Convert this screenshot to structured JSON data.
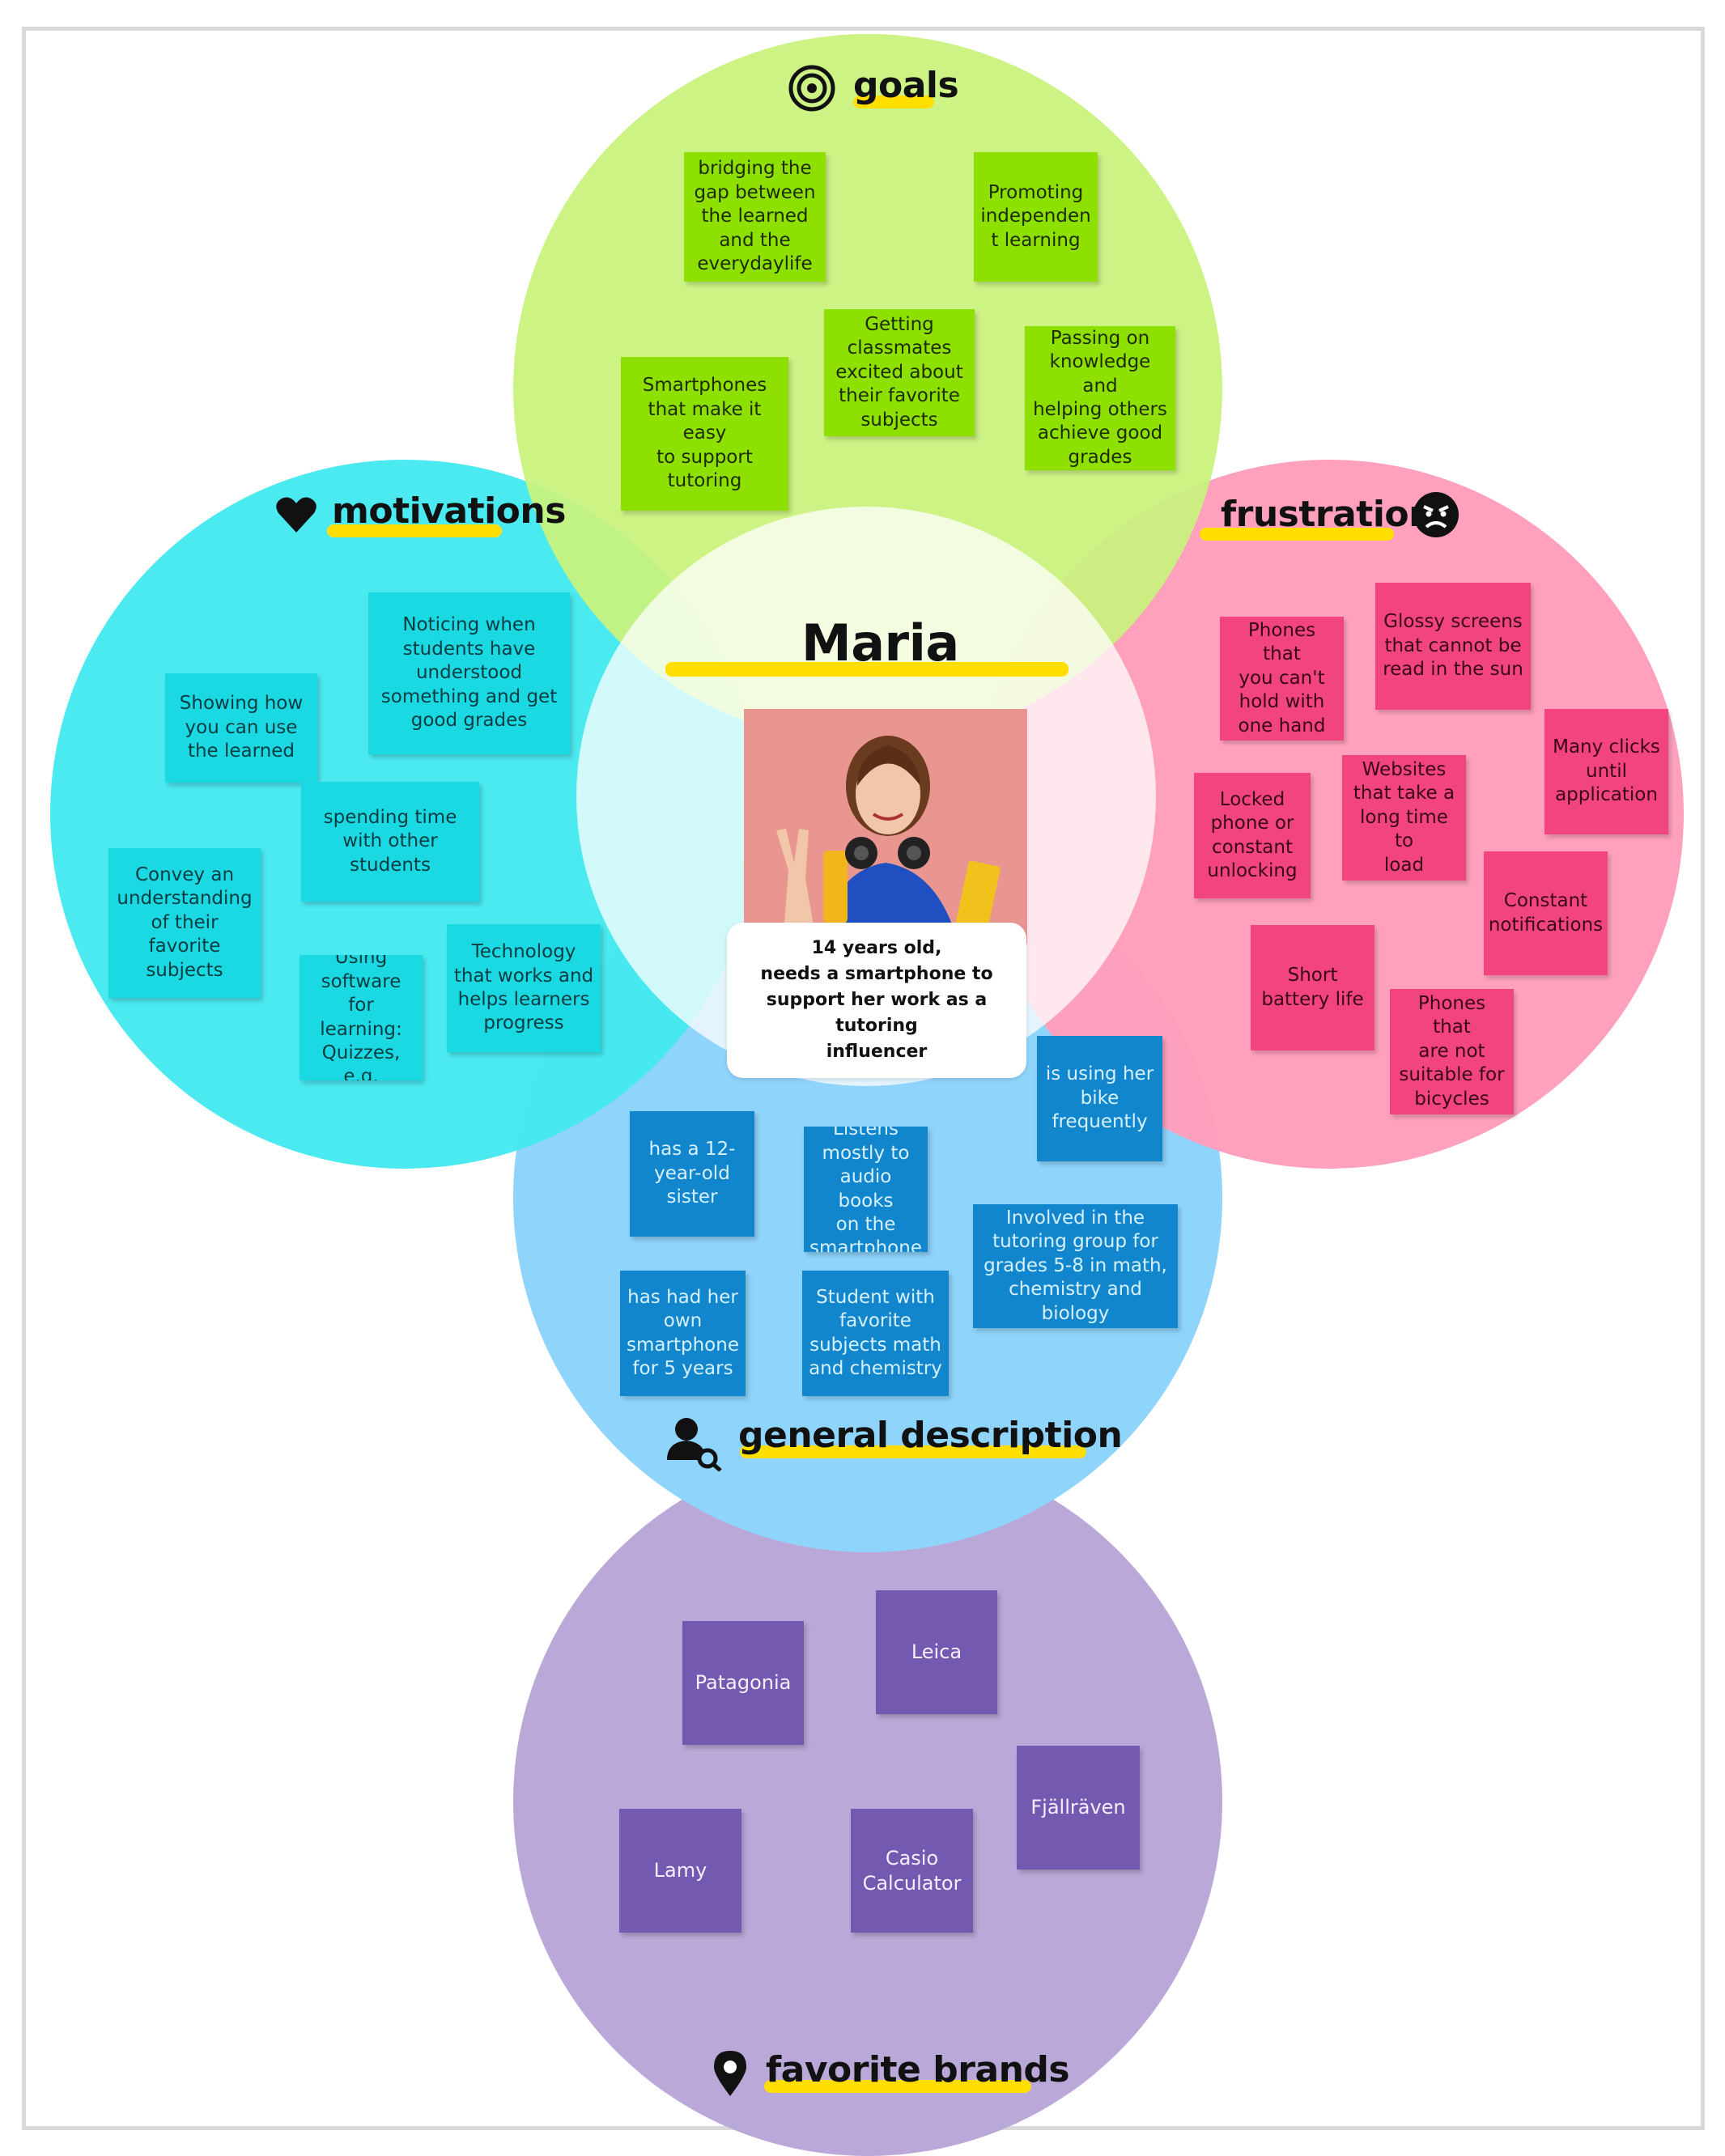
{
  "persona": {
    "name": "Maria",
    "caption": "14 years old,\nneeds a smartphone to\nsupport her work as a tutoring\ninfluencer",
    "photo_icon": "person-photo"
  },
  "sections": {
    "goals": {
      "heading": "goals",
      "icon": "target-icon",
      "color": "#c9f27c"
    },
    "motivations": {
      "heading": "motivations",
      "icon": "heart-icon",
      "color": "#45e8f0"
    },
    "frustrations": {
      "heading": "frustrations",
      "icon": "angry-face-icon",
      "color": "#ff9ebb"
    },
    "general": {
      "heading": "general description",
      "icon": "person-search-icon",
      "color": "#8fd4fb"
    },
    "brands": {
      "heading": "favorite brands",
      "icon": "map-pin-icon",
      "color": "#b9a8d8"
    }
  },
  "goals": [
    "bridging the\ngap between\nthe learned\nand the\neverydaylife",
    "Promoting\nindependen\nt learning",
    "Getting\nclassmates\nexcited about\ntheir favorite\nsubjects",
    "Smartphones\nthat make it easy\nto support\ntutoring",
    "Passing on\nknowledge and\nhelping others\nachieve good\ngrades"
  ],
  "motivations": [
    "Noticing when\nstudents have\nunderstood\nsomething and get\ngood grades",
    "Showing how\nyou can use\nthe learned",
    "spending time\nwith other\nstudents",
    "Convey an\nunderstanding\nof their favorite\nsubjects",
    "Using\nsoftware for\nlearning:\nQuizzes, e.g.",
    "Technology\nthat works and\nhelps learners\nprogress"
  ],
  "frustrations": [
    "Phones that\nyou can't\nhold with\none hand",
    "Glossy screens\nthat cannot be\nread in the sun",
    "Many clicks\nuntil\napplication",
    "Locked\nphone or\nconstant\nunlocking",
    "Websites\nthat take a\nlong time to\nload",
    "Constant\nnotifications",
    "Short\nbattery life",
    "Phones that\nare not\nsuitable for\nbicycles"
  ],
  "general": [
    "is using her\nbike\nfrequently",
    "has a 12-\nyear-old\nsister",
    "Listens\nmostly to\naudio books\non the\nsmartphone",
    "Involved in the\ntutoring group for\ngrades 5-8 in math,\nchemistry and biology",
    "has had her\nown\nsmartphone\nfor 5 years",
    "Student with\nfavorite\nsubjects math\nand chemistry"
  ],
  "brands": [
    "Patagonia",
    "Leica",
    "Fjällräven",
    "Lamy",
    "Casio\nCalculator"
  ]
}
